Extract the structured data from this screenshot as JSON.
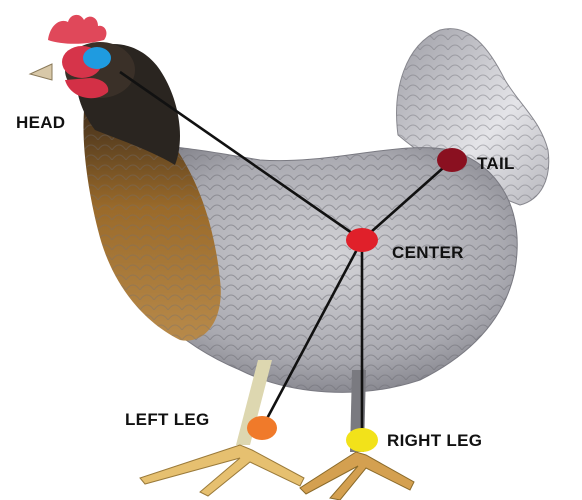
{
  "labels": {
    "head": "HEAD",
    "tail": "TAIL",
    "center": "CENTER",
    "left_leg": "LEFT LEG",
    "right_leg": "RIGHT LEG"
  },
  "keypoints": [
    {
      "id": "head",
      "color": "#1f9be0"
    },
    {
      "id": "tail",
      "color": "#8a1020"
    },
    {
      "id": "center",
      "color": "#e0202a"
    },
    {
      "id": "left_leg",
      "color": "#f07a2a"
    },
    {
      "id": "right_leg",
      "color": "#f2e21a"
    }
  ],
  "skeleton": [
    [
      "head",
      "center"
    ],
    [
      "tail",
      "center"
    ],
    [
      "center",
      "left_leg"
    ],
    [
      "center",
      "right_leg"
    ]
  ],
  "colors": {
    "line": "#111111",
    "background": "#ffffff"
  }
}
